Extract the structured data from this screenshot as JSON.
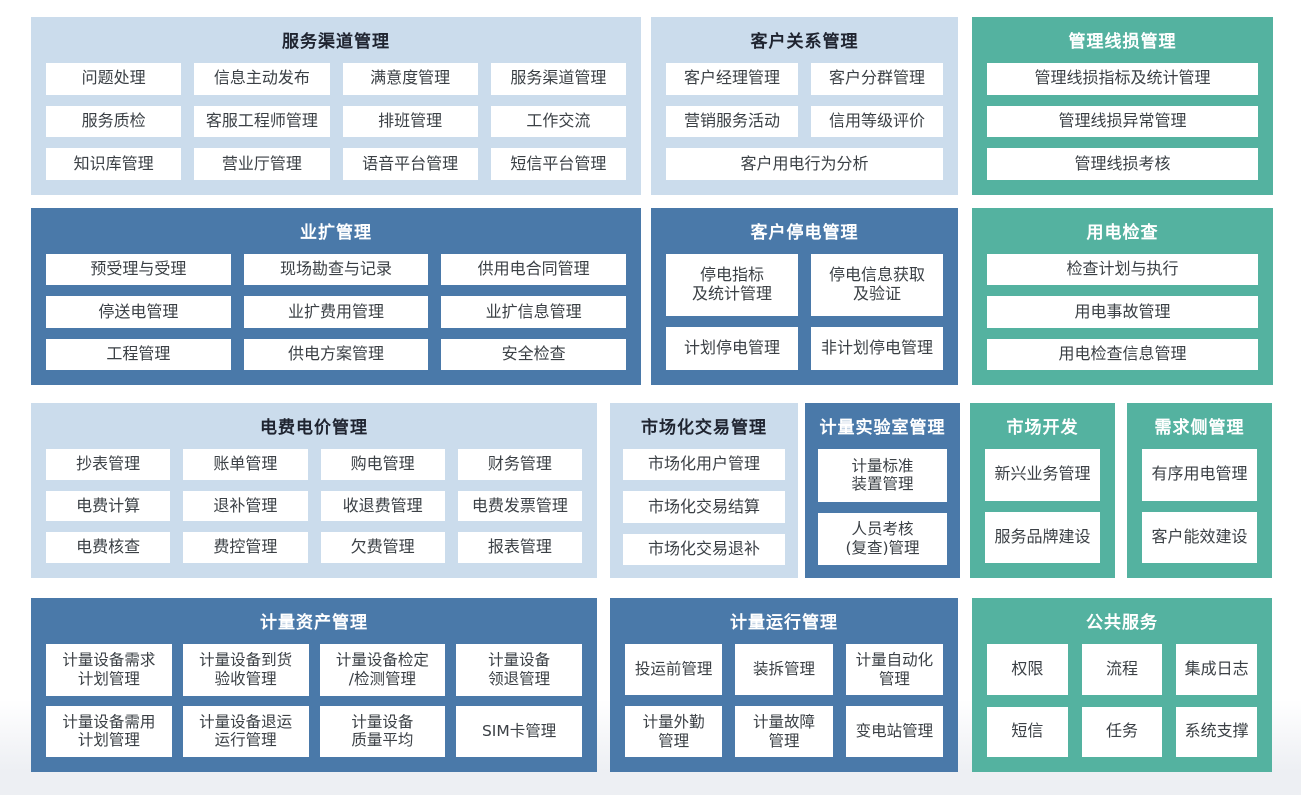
{
  "colors": {
    "light_block_bg": "#cbdcec",
    "dark_block_bg": "#4a79a9",
    "teal_block_bg": "#54b2a0",
    "item_bg": "#ffffff",
    "item_text": "#3b4045",
    "light_block_title_text": "#1f2430"
  },
  "groups": [
    {
      "id": "service-channel-management",
      "title": "服务渠道管理",
      "theme": "light",
      "cols": 4,
      "items": [
        {
          "label": "问题处理"
        },
        {
          "label": "信息主动发布"
        },
        {
          "label": "满意度管理"
        },
        {
          "label": "服务渠道管理"
        },
        {
          "label": "服务质检"
        },
        {
          "label": "客服工程师管理"
        },
        {
          "label": "排班管理"
        },
        {
          "label": "工作交流"
        },
        {
          "label": "知识库管理"
        },
        {
          "label": "营业厅管理"
        },
        {
          "label": "语音平台管理"
        },
        {
          "label": "短信平台管理"
        }
      ]
    },
    {
      "id": "customer-relationship-management",
      "title": "客户关系管理",
      "theme": "light",
      "cols": 2,
      "items": [
        {
          "label": "客户经理管理"
        },
        {
          "label": "客户分群管理"
        },
        {
          "label": "营销服务活动"
        },
        {
          "label": "信用等级评价"
        },
        {
          "label": "客户用电行为分析",
          "span": 2
        }
      ]
    },
    {
      "id": "line-loss-management",
      "title": "管理线损管理",
      "theme": "teal",
      "cols": 1,
      "items": [
        {
          "label": "管理线损指标及统计管理"
        },
        {
          "label": "管理线损异常管理"
        },
        {
          "label": "管理线损考核"
        }
      ]
    },
    {
      "id": "business-expansion-management",
      "title": "业扩管理",
      "theme": "dark",
      "cols": 3,
      "items": [
        {
          "label": "预受理与受理"
        },
        {
          "label": "现场勘查与记录"
        },
        {
          "label": "供用电合同管理"
        },
        {
          "label": "停送电管理"
        },
        {
          "label": "业扩费用管理"
        },
        {
          "label": "业扩信息管理"
        },
        {
          "label": "工程管理"
        },
        {
          "label": "供电方案管理"
        },
        {
          "label": "安全检查"
        }
      ]
    },
    {
      "id": "customer-outage-management",
      "title": "客户停电管理",
      "theme": "dark",
      "cols": 2,
      "items": [
        {
          "label": "停电指标\n及统计管理"
        },
        {
          "label": "停电信息获取\n及验证"
        },
        {
          "label": "计划停电管理"
        },
        {
          "label": "非计划停电管理"
        }
      ]
    },
    {
      "id": "electricity-inspection",
      "title": "用电检查",
      "theme": "teal",
      "cols": 1,
      "items": [
        {
          "label": "检查计划与执行"
        },
        {
          "label": "用电事故管理"
        },
        {
          "label": "用电检查信息管理"
        }
      ]
    },
    {
      "id": "tariff-billing-management",
      "title": "电费电价管理",
      "theme": "light",
      "cols": 4,
      "items": [
        {
          "label": "抄表管理"
        },
        {
          "label": "账单管理"
        },
        {
          "label": "购电管理"
        },
        {
          "label": "财务管理"
        },
        {
          "label": "电费计算"
        },
        {
          "label": "退补管理"
        },
        {
          "label": "收退费管理"
        },
        {
          "label": "电费发票管理"
        },
        {
          "label": "电费核查"
        },
        {
          "label": "费控管理"
        },
        {
          "label": "欠费管理"
        },
        {
          "label": "报表管理"
        }
      ]
    },
    {
      "id": "market-trading-management",
      "title": "市场化交易管理",
      "theme": "light",
      "cols": 1,
      "items": [
        {
          "label": "市场化用户管理"
        },
        {
          "label": "市场化交易结算"
        },
        {
          "label": "市场化交易退补"
        }
      ]
    },
    {
      "id": "metering-lab-management",
      "title": "计量实验室管理",
      "theme": "dark",
      "cols": 1,
      "items": [
        {
          "label": "计量标准\n装置管理"
        },
        {
          "label": "人员考核\n(复查)管理"
        }
      ]
    },
    {
      "id": "market-development",
      "title": "市场开发",
      "theme": "teal",
      "cols": 1,
      "items": [
        {
          "label": "新兴业务管理"
        },
        {
          "label": "服务品牌建设"
        }
      ]
    },
    {
      "id": "demand-side-management",
      "title": "需求侧管理",
      "theme": "teal",
      "cols": 1,
      "items": [
        {
          "label": "有序用电管理"
        },
        {
          "label": "客户能效建设"
        }
      ]
    },
    {
      "id": "metering-asset-management",
      "title": "计量资产管理",
      "theme": "dark",
      "cols": 4,
      "items": [
        {
          "label": "计量设备需求\n计划管理"
        },
        {
          "label": "计量设备到货\n验收管理"
        },
        {
          "label": "计量设备检定\n/检测管理"
        },
        {
          "label": "计量设备\n领退管理"
        },
        {
          "label": "计量设备需用\n计划管理"
        },
        {
          "label": "计量设备退运\n运行管理"
        },
        {
          "label": "计量设备\n质量平均"
        },
        {
          "label": "SIM卡管理"
        }
      ]
    },
    {
      "id": "metering-operation-management",
      "title": "计量运行管理",
      "theme": "dark",
      "cols": 3,
      "items": [
        {
          "label": "投运前管理"
        },
        {
          "label": "装拆管理"
        },
        {
          "label": "计量自动化\n管理"
        },
        {
          "label": "计量外勤\n管理"
        },
        {
          "label": "计量故障\n管理"
        },
        {
          "label": "变电站管理"
        }
      ]
    },
    {
      "id": "public-services",
      "title": "公共服务",
      "theme": "teal",
      "cols": 3,
      "items": [
        {
          "label": "权限"
        },
        {
          "label": "流程"
        },
        {
          "label": "集成日志"
        },
        {
          "label": "短信"
        },
        {
          "label": "任务"
        },
        {
          "label": "系统支撑"
        }
      ]
    }
  ]
}
